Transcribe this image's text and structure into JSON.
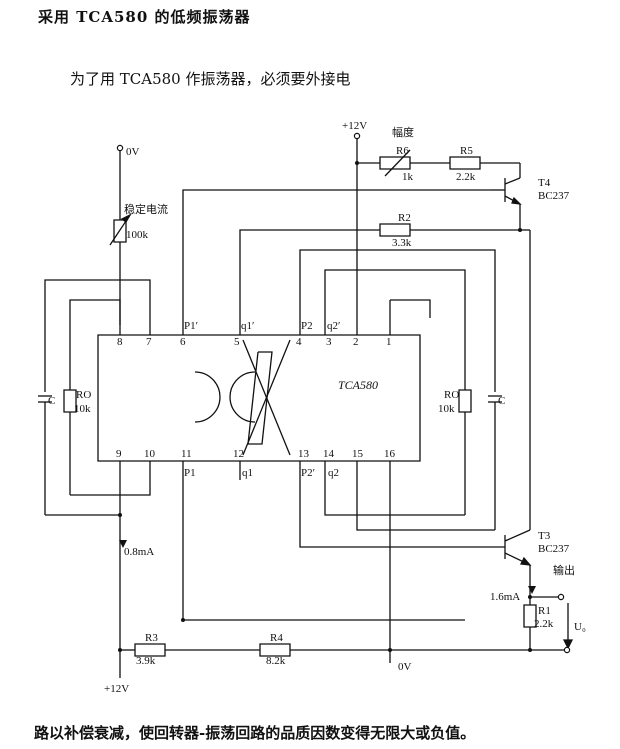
{
  "title": "采用 TCA580 的低频振荡器",
  "intro_text": "为了用 TCA580 作振荡器，必须要外接电",
  "footer_text": "路以补偿衰减，使回转器-振荡回路的品质因数变得无限大或负值。",
  "diagram": {
    "ic_name": "TCA580",
    "pins_top": [
      "8",
      "7",
      "6",
      "5",
      "4",
      "3",
      "2",
      "1"
    ],
    "pins_bottom": [
      "9",
      "10",
      "11",
      "12",
      "13",
      "14",
      "15",
      "16"
    ],
    "port_labels": {
      "p1_prime": "P1′",
      "q1_prime": "q1′",
      "p2": "P2",
      "q2_prime": "q2′",
      "p1": "P1",
      "q1": "q1",
      "p2_prime": "P2′",
      "q2": "q2"
    },
    "supply": {
      "top_0v": "0V",
      "top_12v": "+12V",
      "bottom_12v": "+12V",
      "bottom_0v": "0V"
    },
    "components": {
      "pot_stab": {
        "name": "稳定电流",
        "value": "100k"
      },
      "r6": {
        "name": "R6",
        "value": "1k",
        "caption": "幅度"
      },
      "r5": {
        "name": "R5",
        "value": "2.2k"
      },
      "r2": {
        "name": "R2",
        "value": "3.3k"
      },
      "t4": {
        "name": "T4",
        "type": "BC237"
      },
      "t3": {
        "name": "T3",
        "type": "BC237"
      },
      "ro_left": {
        "name": "RO",
        "value": "10k"
      },
      "c_left": {
        "name": "C"
      },
      "ro_right": {
        "name": "RO",
        "value": "10k"
      },
      "c_right": {
        "name": "C"
      },
      "r3": {
        "name": "R3",
        "value": "3.9k"
      },
      "r4": {
        "name": "R4",
        "value": "8.2k"
      },
      "r1": {
        "name": "R1",
        "value": "2.2k"
      }
    },
    "annotations": {
      "current_left": "0.8mA",
      "current_right": "1.6mA",
      "output": "输出",
      "uo": "U₀"
    }
  }
}
